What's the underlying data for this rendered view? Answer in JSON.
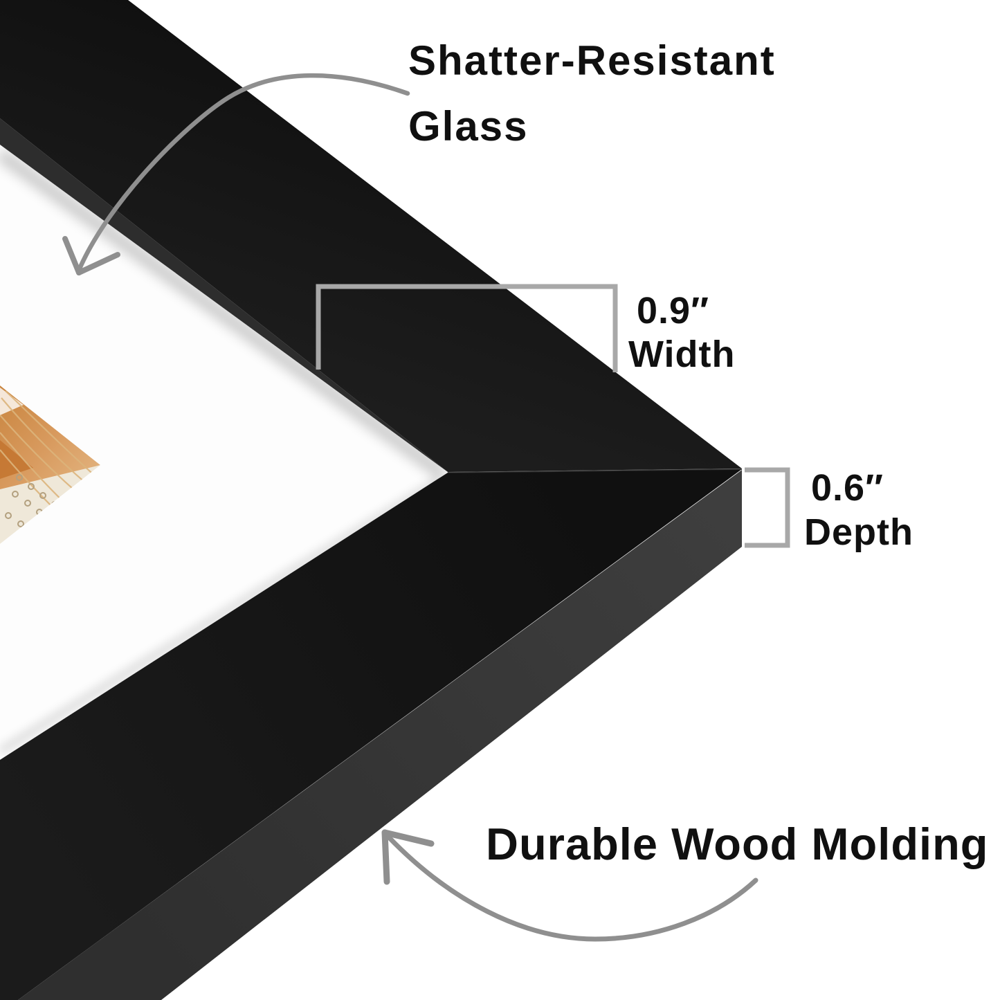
{
  "image_type": "product-feature-infographic",
  "subject": "black picture frame corner with white mat and photo, annotated with callouts",
  "labels": {
    "glass": {
      "line1": "Shatter-Resistant",
      "line2": "Glass"
    },
    "width": {
      "value": "0.9″",
      "label": "Width"
    },
    "depth": {
      "value": "0.6″",
      "label": "Depth"
    },
    "molding": {
      "text": "Durable Wood Molding"
    }
  },
  "icons": {
    "glass_arrow": "curved-arrow-pointing-to-glass",
    "molding_arrow": "curved-arrow-pointing-to-molding",
    "width_bracket": "dimension-bracket-width",
    "depth_bracket": "dimension-bracket-depth"
  },
  "colors": {
    "background": "#ffffff",
    "frame_face": "#131313",
    "frame_inner_lip": "#2d2d2d",
    "frame_side_wall": "#373737",
    "mat": "#fdfdfd",
    "annotation_line": "#a8a8a8",
    "arrow": "#8f8f8f",
    "text": "#101010",
    "photo_hair": "#d29257",
    "photo_fabric": "#efe8d9"
  }
}
